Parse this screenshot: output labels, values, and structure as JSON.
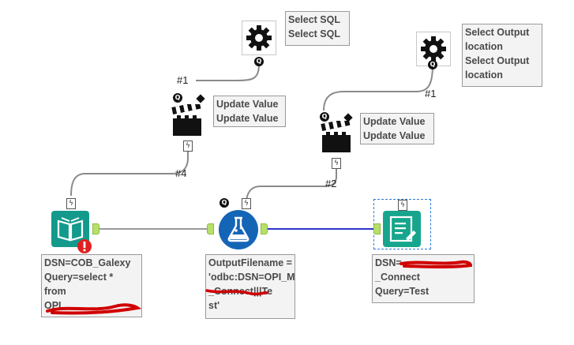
{
  "canvas": {
    "connection_labels": [
      "#1",
      "#1",
      "#4",
      "#2"
    ],
    "colors": {
      "connection_gray": "#8a8a8a",
      "connection_blue": "#2b35c9",
      "anchor_green": "#b7e06a",
      "input_teal": "#139a8c",
      "formula_blue": "#1565b7",
      "output_teal": "#17a68d",
      "error_red": "#e02020",
      "redaction_red": "#d00000"
    }
  },
  "tools": {
    "select_sql": {
      "icon": "gear-icon",
      "annotation": [
        "Select SQL",
        "Select SQL"
      ]
    },
    "select_output": {
      "icon": "gear-icon",
      "annotation": [
        "Select Output",
        "location",
        "Select Output",
        "location"
      ]
    },
    "update_value_1": {
      "icon": "clapperboard-icon",
      "annotation": [
        "Update Value",
        "Update Value"
      ]
    },
    "update_value_2": {
      "icon": "clapperboard-icon",
      "annotation": [
        "Update Value",
        "Update Value"
      ]
    },
    "input_data": {
      "icon": "book-icon",
      "annotation": [
        "DSN=COB_Galexy",
        "Query=select *",
        "from",
        "OPI_"
      ]
    },
    "formula": {
      "icon": "flask-icon",
      "annotation": [
        "OutputFilename =",
        "'odbc:DSN=OPI_M",
        "_Connect|||Te",
        "st'"
      ]
    },
    "output_data": {
      "icon": "document-icon",
      "annotation": [
        "DSN=",
        "_Connect",
        "Query=Test"
      ]
    }
  }
}
